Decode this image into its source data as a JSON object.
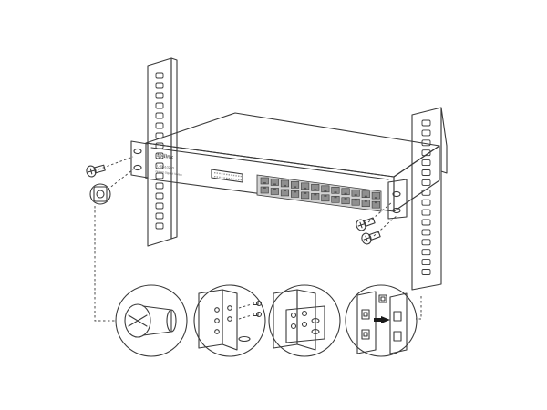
{
  "brand": {
    "logo_text": "tp-link"
  },
  "device": {
    "model_label": "TL-SG1024D",
    "model_sub": "24-Port Gigabit Switch",
    "port_count": 24
  },
  "detail_circles": [
    {
      "name": "screw-detail"
    },
    {
      "name": "bracket-screw-detail"
    },
    {
      "name": "bracket-mounted-detail"
    },
    {
      "name": "rack-cage-nut-detail"
    }
  ],
  "colors": {
    "line": "#3a3a3a",
    "face": "#c9c9c9",
    "top": "#dedede",
    "port": "#8f8f8f"
  }
}
